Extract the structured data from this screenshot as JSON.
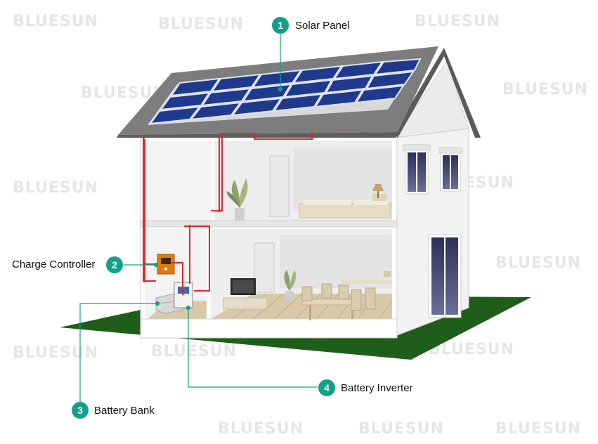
{
  "watermark": "BLUESUN",
  "colors": {
    "accent": "#12a088",
    "wire": "#e0262c",
    "ground": "#1f5e1a",
    "panel": "#1f3a8c"
  },
  "callouts": [
    {
      "number": "1",
      "label": "Solar Panel"
    },
    {
      "number": "2",
      "label": "Charge Controller"
    },
    {
      "number": "3",
      "label": "Battery Bank"
    },
    {
      "number": "4",
      "label": "Battery Inverter"
    }
  ]
}
